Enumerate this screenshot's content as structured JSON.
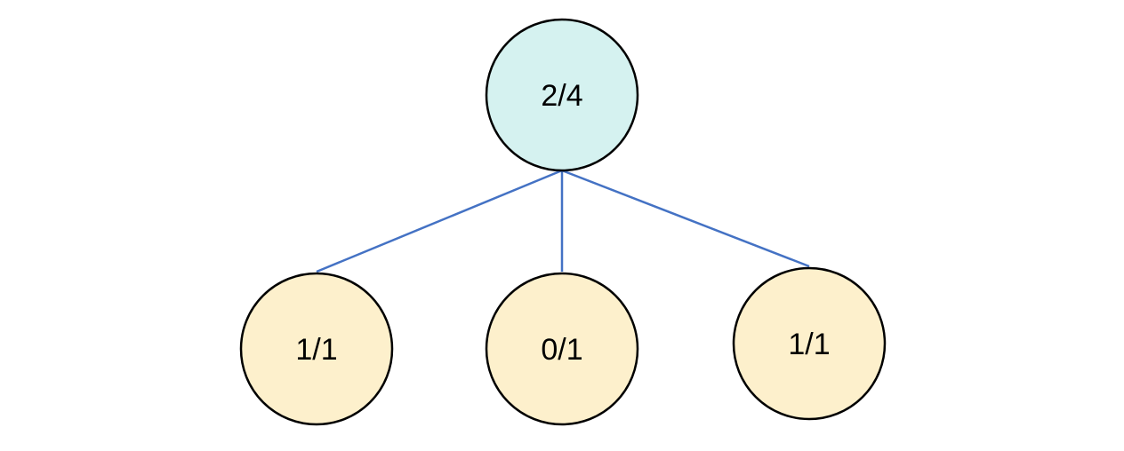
{
  "tree": {
    "root": {
      "label": "2/4",
      "fill": "#d5f2f0"
    },
    "children": [
      {
        "label": "1/1",
        "fill": "#fdf0cc"
      },
      {
        "label": "0/1",
        "fill": "#fdf0cc"
      },
      {
        "label": "1/1",
        "fill": "#fdf0cc"
      }
    ]
  },
  "colors": {
    "edge": "#4472c4",
    "node_stroke": "#000000"
  }
}
